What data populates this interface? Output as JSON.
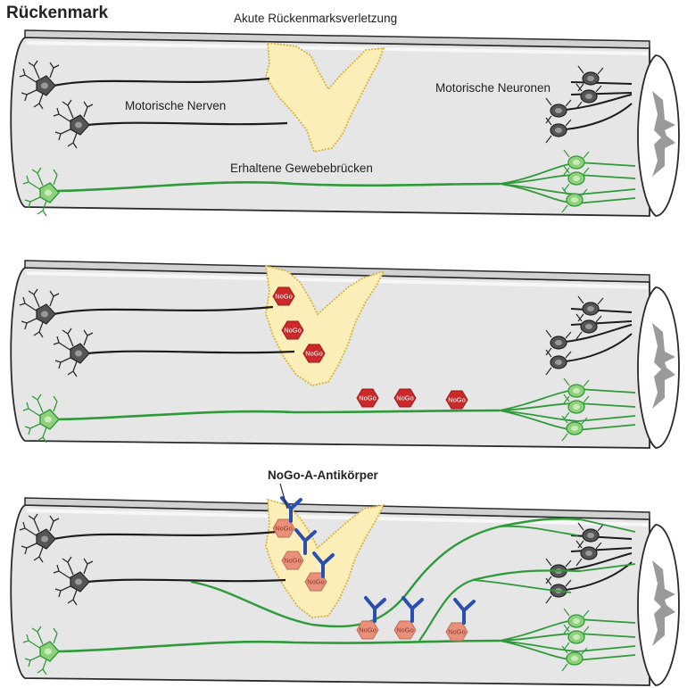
{
  "title": "Rückenmark",
  "labels": {
    "injury": "Akute Rückenmarksverletzung",
    "motor_nerves": "Motorische Nerven",
    "motor_neurons": "Motorische Neuronen",
    "tissue_bridges": "Erhaltene Gewebebrücken",
    "antibody": "NoGo-A-Antikörper"
  },
  "nogo_label": "NoGo",
  "colors": {
    "cord_fill": "#e6e6e6",
    "cord_stroke": "#2a2a2a",
    "lesion_fill": "#fbeeb8",
    "lesion_stroke": "#d9b43a",
    "nerve": "#1c1c1c",
    "neuron_gray": "#555555",
    "green": "#2f9a3a",
    "green_light": "#8fd07a",
    "nogo_red": "#cc2a2a",
    "nogo_salmon": "#e8907a",
    "antibody_blue": "#2a4fb0"
  },
  "panels": [
    {
      "name": "panel-acute-injury"
    },
    {
      "name": "panel-nogo-release"
    },
    {
      "name": "panel-antibody-treatment"
    }
  ]
}
